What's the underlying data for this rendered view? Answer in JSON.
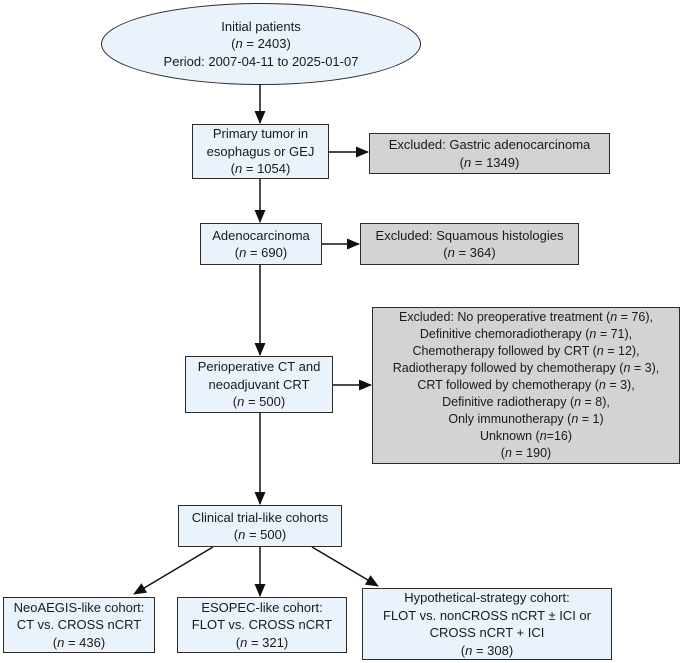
{
  "colors": {
    "node_fill": "#eaf2fb",
    "excluded_fill": "#d3d3d3",
    "border": "#2b2b2b",
    "arrow": "#111111"
  },
  "flowchart": {
    "nodes": {
      "initial_patients": {
        "shape": "ellipse",
        "lines": [
          "Initial patients",
          "(n = 2403)",
          "Period: 2007-04-11 to 2025-01-07"
        ]
      },
      "primary_tumor": {
        "shape": "box",
        "lines": [
          "Primary tumor in",
          "esophagus or GEJ",
          "(n = 1054)"
        ]
      },
      "excluded_gastric": {
        "shape": "box-excluded",
        "lines": [
          "Excluded: Gastric adenocarcinoma",
          "(n = 1349)"
        ]
      },
      "adenocarcinoma": {
        "shape": "box",
        "lines": [
          "Adenocarcinoma",
          "(n = 690)"
        ]
      },
      "excluded_squamous": {
        "shape": "box-excluded",
        "lines": [
          "Excluded: Squamous histologies",
          "(n = 364)"
        ]
      },
      "perioperative": {
        "shape": "box",
        "lines": [
          "Perioperative CT and",
          "neoadjuvant CRT",
          "(n = 500)"
        ]
      },
      "excluded_treatment": {
        "shape": "box-excluded",
        "lines": [
          "Excluded: No preoperative treatment (n = 76),",
          "Definitive chemoradiotherapy (n = 71),",
          "Chemotherapy followed by CRT (n = 12),",
          "Radiotherapy followed by chemotherapy (n = 3),",
          "CRT followed by chemotherapy (n = 3),",
          "Definitive radiotherapy (n = 8),",
          "Only immunotherapy (n = 1)",
          "Unknown (n=16)",
          "(n = 190)"
        ]
      },
      "trial_cohorts": {
        "shape": "box",
        "lines": [
          "Clinical trial-like cohorts",
          "(n = 500)"
        ]
      },
      "neoaegis_cohort": {
        "shape": "box",
        "lines": [
          "NeoAEGIS-like cohort:",
          "CT vs. CROSS nCRT",
          "(n = 436)"
        ]
      },
      "esopec_cohort": {
        "shape": "box",
        "lines": [
          "ESOPEC-like cohort:",
          "FLOT vs. CROSS nCRT",
          "(n = 321)"
        ]
      },
      "hypothetical_cohort": {
        "shape": "box",
        "lines": [
          "Hypothetical-strategy cohort:",
          "FLOT vs. nonCROSS nCRT ± ICI or",
          "CROSS nCRT + ICI",
          "(n = 308)"
        ]
      }
    }
  }
}
